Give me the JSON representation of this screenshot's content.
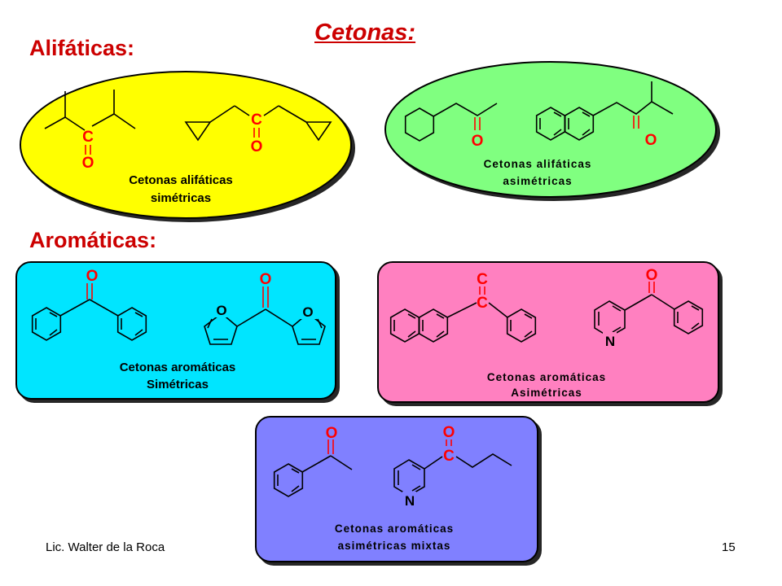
{
  "slide": {
    "title": "Cetonas:",
    "heading_aliphatic": "Alifáticas:",
    "heading_aromatic": "Aromáticas:",
    "footer_author": "Lic. Walter de la Roca",
    "page_number": "15"
  },
  "groups": [
    {
      "id": "sym-aliphatic",
      "caption_lines": [
        "Cetonas alifáticas",
        "simétricas"
      ],
      "fill": "#ffff00"
    },
    {
      "id": "asym-aliphatic",
      "caption_lines": [
        "Cetonas alifáticas",
        "asimétricas"
      ],
      "fill": "#80ff80"
    },
    {
      "id": "sym-aromatic",
      "caption_lines": [
        "Cetonas aromáticas",
        "Simétricas"
      ],
      "fill": "#00e5ff"
    },
    {
      "id": "asym-aromatic",
      "caption_lines": [
        "Cetonas aromáticas",
        "Asimétricas"
      ],
      "fill": "#ff80c0"
    },
    {
      "id": "mixed-aromatic",
      "caption_lines": [
        "Cetonas aromáticas",
        "asimétricas mixtas"
      ],
      "fill": "#8080ff"
    }
  ],
  "atoms": {
    "carbon": "C",
    "oxygen": "O",
    "nitrogen": "N"
  },
  "colors": {
    "heading": "#cc0000",
    "heteroatom": "#ff0000"
  }
}
